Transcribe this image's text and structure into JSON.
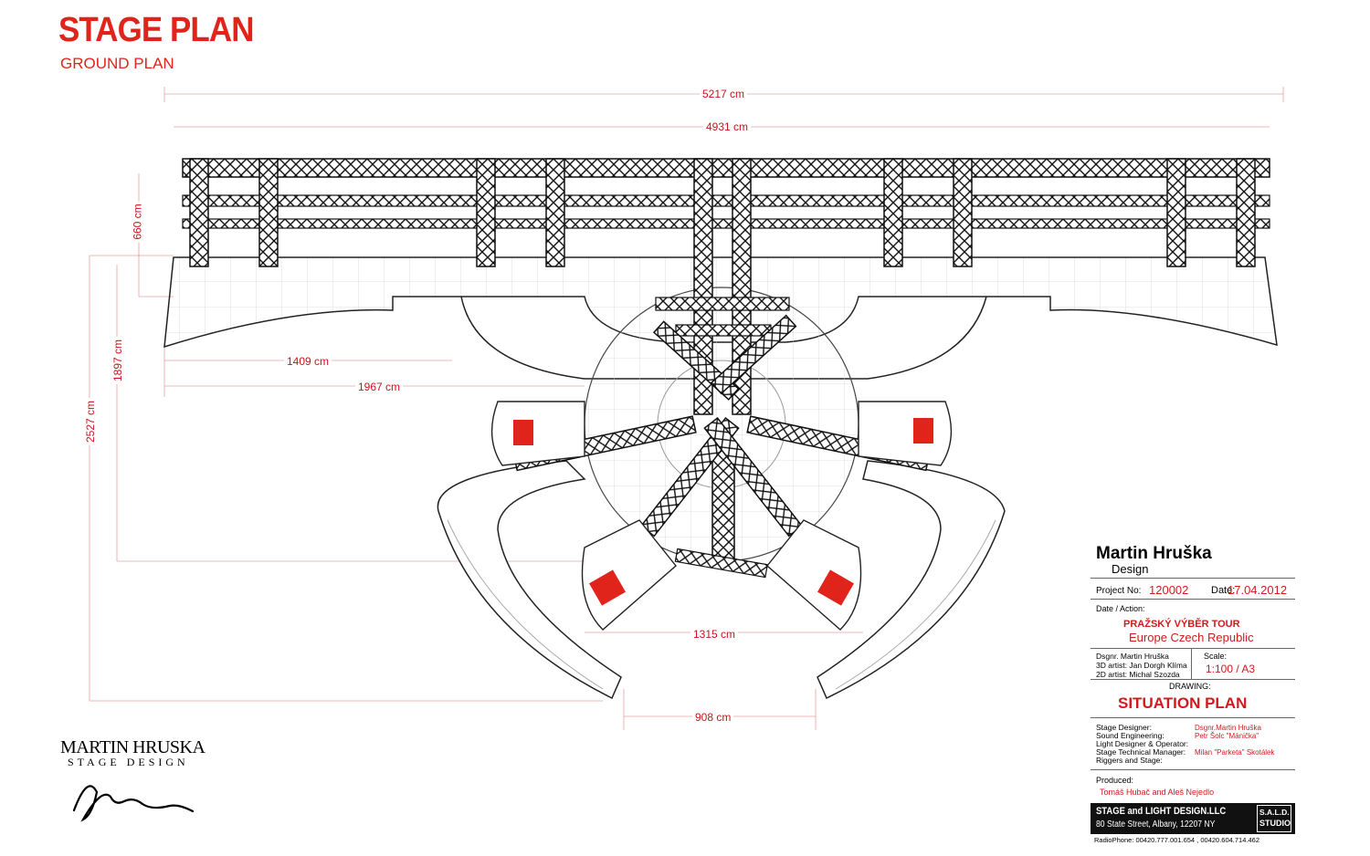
{
  "header": {
    "title": "STAGE PLAN",
    "subtitle": "GROUND PLAN"
  },
  "dimensions": {
    "d1": "5217 cm",
    "d2": "4931 cm",
    "d3": "660 cm",
    "d4": "1897 cm",
    "d5": "2527 cm",
    "d6": "1409 cm",
    "d7": "1967 cm",
    "d8": "1315 cm",
    "d9": "908 cm"
  },
  "title_block": {
    "designer_name": "Martin Hruška",
    "designer_sub": "Design",
    "project_label": "Project No:",
    "project_no": "120002",
    "date_label": "Date:",
    "date": "17.04.2012",
    "date_action_label": "Date / Action:",
    "tour": "PRAŽSKÝ VÝBĚR TOUR",
    "region": "Europe Czech Republic",
    "credit1": "Dsgnr. Martin Hruška",
    "credit2": "3D artist: Jan Dorgh Klíma",
    "credit3": "2D artist: Michal Szozda",
    "scale_label": "Scale:",
    "scale": "1:100 / A3",
    "drawing_label": "DRAWING:",
    "drawing": "SITUATION PLAN",
    "roles": [
      {
        "role": "Stage Designer:",
        "name": "Dsgnr.Martin Hruška"
      },
      {
        "role": "Sound Engineering:",
        "name": "Petr Šolc \"Mánička\""
      },
      {
        "role": "Light Designer & Operator:",
        "name": ""
      },
      {
        "role": "Stage Technical Manager:",
        "name": "Milan \"Parketa\" Skotálek"
      },
      {
        "role": "Riggers and Stage:",
        "name": ""
      }
    ],
    "produced_label": "Produced:",
    "produced": "Tomáš Hubač and Aleš Nejedlo",
    "company": "STAGE and LIGHT DESIGN.LLC",
    "address": "80 State Street, Albany, 12207 NY",
    "studio1": "S.A.L.D.",
    "studio2": "STUDIO",
    "phone": "RadioPhone: 00420.777.001.654 , 00420.604.714.462"
  },
  "logo": {
    "line1": "MARTIN HRUSKA",
    "line2": "STAGE DESIGN"
  },
  "colors": {
    "accent": "#e0241b",
    "dim": "#c8141a",
    "truss": "#111111"
  }
}
